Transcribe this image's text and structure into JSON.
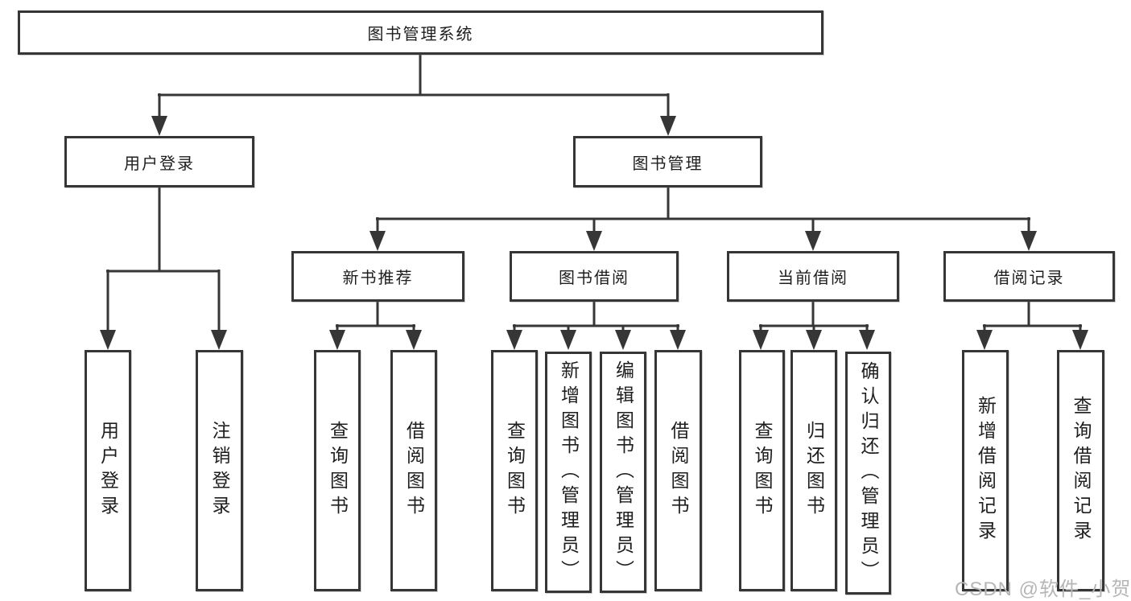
{
  "diagram": {
    "root": {
      "label": "图书管理系统"
    },
    "branches": [
      {
        "label": "用户登录",
        "children": [
          {
            "label": "用户登录"
          },
          {
            "label": "注销登录"
          }
        ]
      },
      {
        "label": "图书管理",
        "children": [
          {
            "label": "新书推荐",
            "children": [
              {
                "label": "查询图书"
              },
              {
                "label": "借阅图书"
              }
            ]
          },
          {
            "label": "图书借阅",
            "children": [
              {
                "label": "查询图书"
              },
              {
                "label": "新增图书（管理员）"
              },
              {
                "label": "编辑图书（管理员）"
              },
              {
                "label": "借阅图书"
              }
            ]
          },
          {
            "label": "当前借阅",
            "children": [
              {
                "label": "查询图书"
              },
              {
                "label": "归还图书"
              },
              {
                "label": "确认归还（管理员）"
              }
            ]
          },
          {
            "label": "借阅记录",
            "children": [
              {
                "label": "新增借阅记录"
              },
              {
                "label": "查询借阅记录"
              }
            ]
          }
        ]
      }
    ]
  },
  "watermark": {
    "text": "CSDN @软件_小贺同学"
  },
  "colors": {
    "line": "#363636",
    "text": "#1e1e1e",
    "box_fill": "#ffffff",
    "watermark": "#b6b6b6"
  }
}
